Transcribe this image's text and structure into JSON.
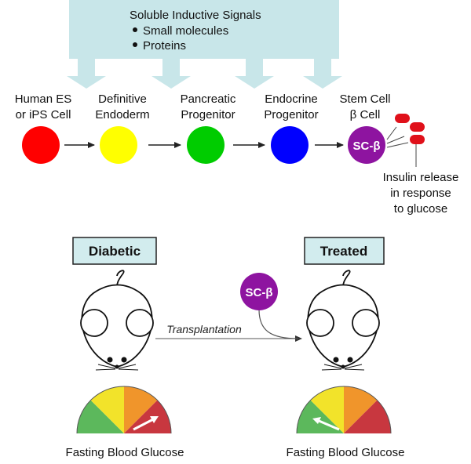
{
  "signals": {
    "title": "Soluble Inductive Signals",
    "items": [
      "Small molecules",
      "Proteins"
    ],
    "color": "#c8e6e9"
  },
  "stages": [
    {
      "line1": "Human ES",
      "line2": "or iPS Cell",
      "color": "#ff0000"
    },
    {
      "line1": "Definitive",
      "line2": "Endoderm",
      "color": "#ffff00"
    },
    {
      "line1": "Pancreatic",
      "line2": "Progenitor",
      "color": "#00cc00"
    },
    {
      "line1": "Endocrine",
      "line2": "Progenitor",
      "color": "#0000ff"
    },
    {
      "line1": "Stem Cell",
      "line2": "β Cell",
      "color": "#8e14a0",
      "badge": "SC-β"
    }
  ],
  "insulin": {
    "lines": [
      "Insulin release",
      "in response",
      "to glucose"
    ],
    "color": "#e0101a"
  },
  "mice": {
    "diabetic_label": "Diabetic",
    "treated_label": "Treated",
    "label_box_color": "#d2ecee",
    "sc_badge": "SC-β",
    "transplant_label": "Transplantation"
  },
  "gauges": [
    {
      "caption": "Fasting Blood Glucose",
      "needle": "high"
    },
    {
      "caption": "Fasting Blood Glucose",
      "needle": "low"
    }
  ],
  "gauge_colors": [
    "#5cb85c",
    "#f2e32a",
    "#f0952b",
    "#c8373f"
  ]
}
